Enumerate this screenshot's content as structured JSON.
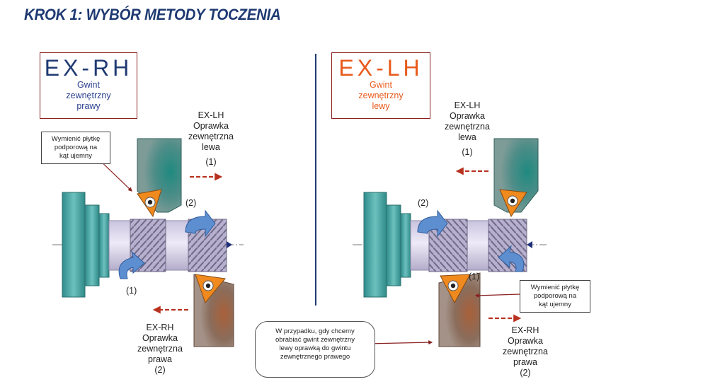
{
  "title": "KROK 1: WYBÓR METODY TOCZENIA",
  "left_panel": {
    "code": "EX-RH",
    "description": [
      "Gwint",
      "zewnętrzny",
      "prawy"
    ],
    "upper_holder_label": [
      "EX-LH",
      "Oprawka",
      "zewnętrzna",
      "lewa",
      "(1)"
    ],
    "lower_holder_label": [
      "EX-RH",
      "Oprawka",
      "zewnętrzna",
      "prawa",
      "(2)"
    ],
    "callout": [
      "Wymienić płytkę",
      "podporową na",
      "kąt ujemny"
    ],
    "step_marker_1": "(1)",
    "step_marker_2": "(2)"
  },
  "right_panel": {
    "code": "EX-LH",
    "description": [
      "Gwint",
      "zewnętrzny",
      "lewy"
    ],
    "upper_holder_label": [
      "EX-LH",
      "Oprawka",
      "zewnętrzna",
      "lewa",
      "(1)"
    ],
    "lower_holder_label": [
      "EX-RH",
      "Oprawka",
      "zewnętrzna",
      "prawa",
      "(2)"
    ],
    "callout": [
      "Wymienić płytkę",
      "podporową na",
      "kąt ujemny"
    ],
    "step_marker_1": "(1)",
    "step_marker_2": "(2)"
  },
  "bottom_note": [
    "W przypadku, gdy chcemy",
    "obrabiać gwint zewnętrzny",
    "lewy oprawką do gwintu",
    "zewnętrznego prawego"
  ],
  "colors": {
    "title": "#1f3a72",
    "code_left": "#1f3a72",
    "desc_left": "#2b3f8f",
    "code_right": "#e85a1c",
    "desc_right": "#e85a1c",
    "box_border": "#8a2020",
    "arrow": "#b83220",
    "divider": "#1f3a72",
    "chuck": "#3a9a98",
    "holder_top": "#3b7f7b",
    "holder_bottom": "#8a6a55",
    "insert": "#f08a1e"
  }
}
